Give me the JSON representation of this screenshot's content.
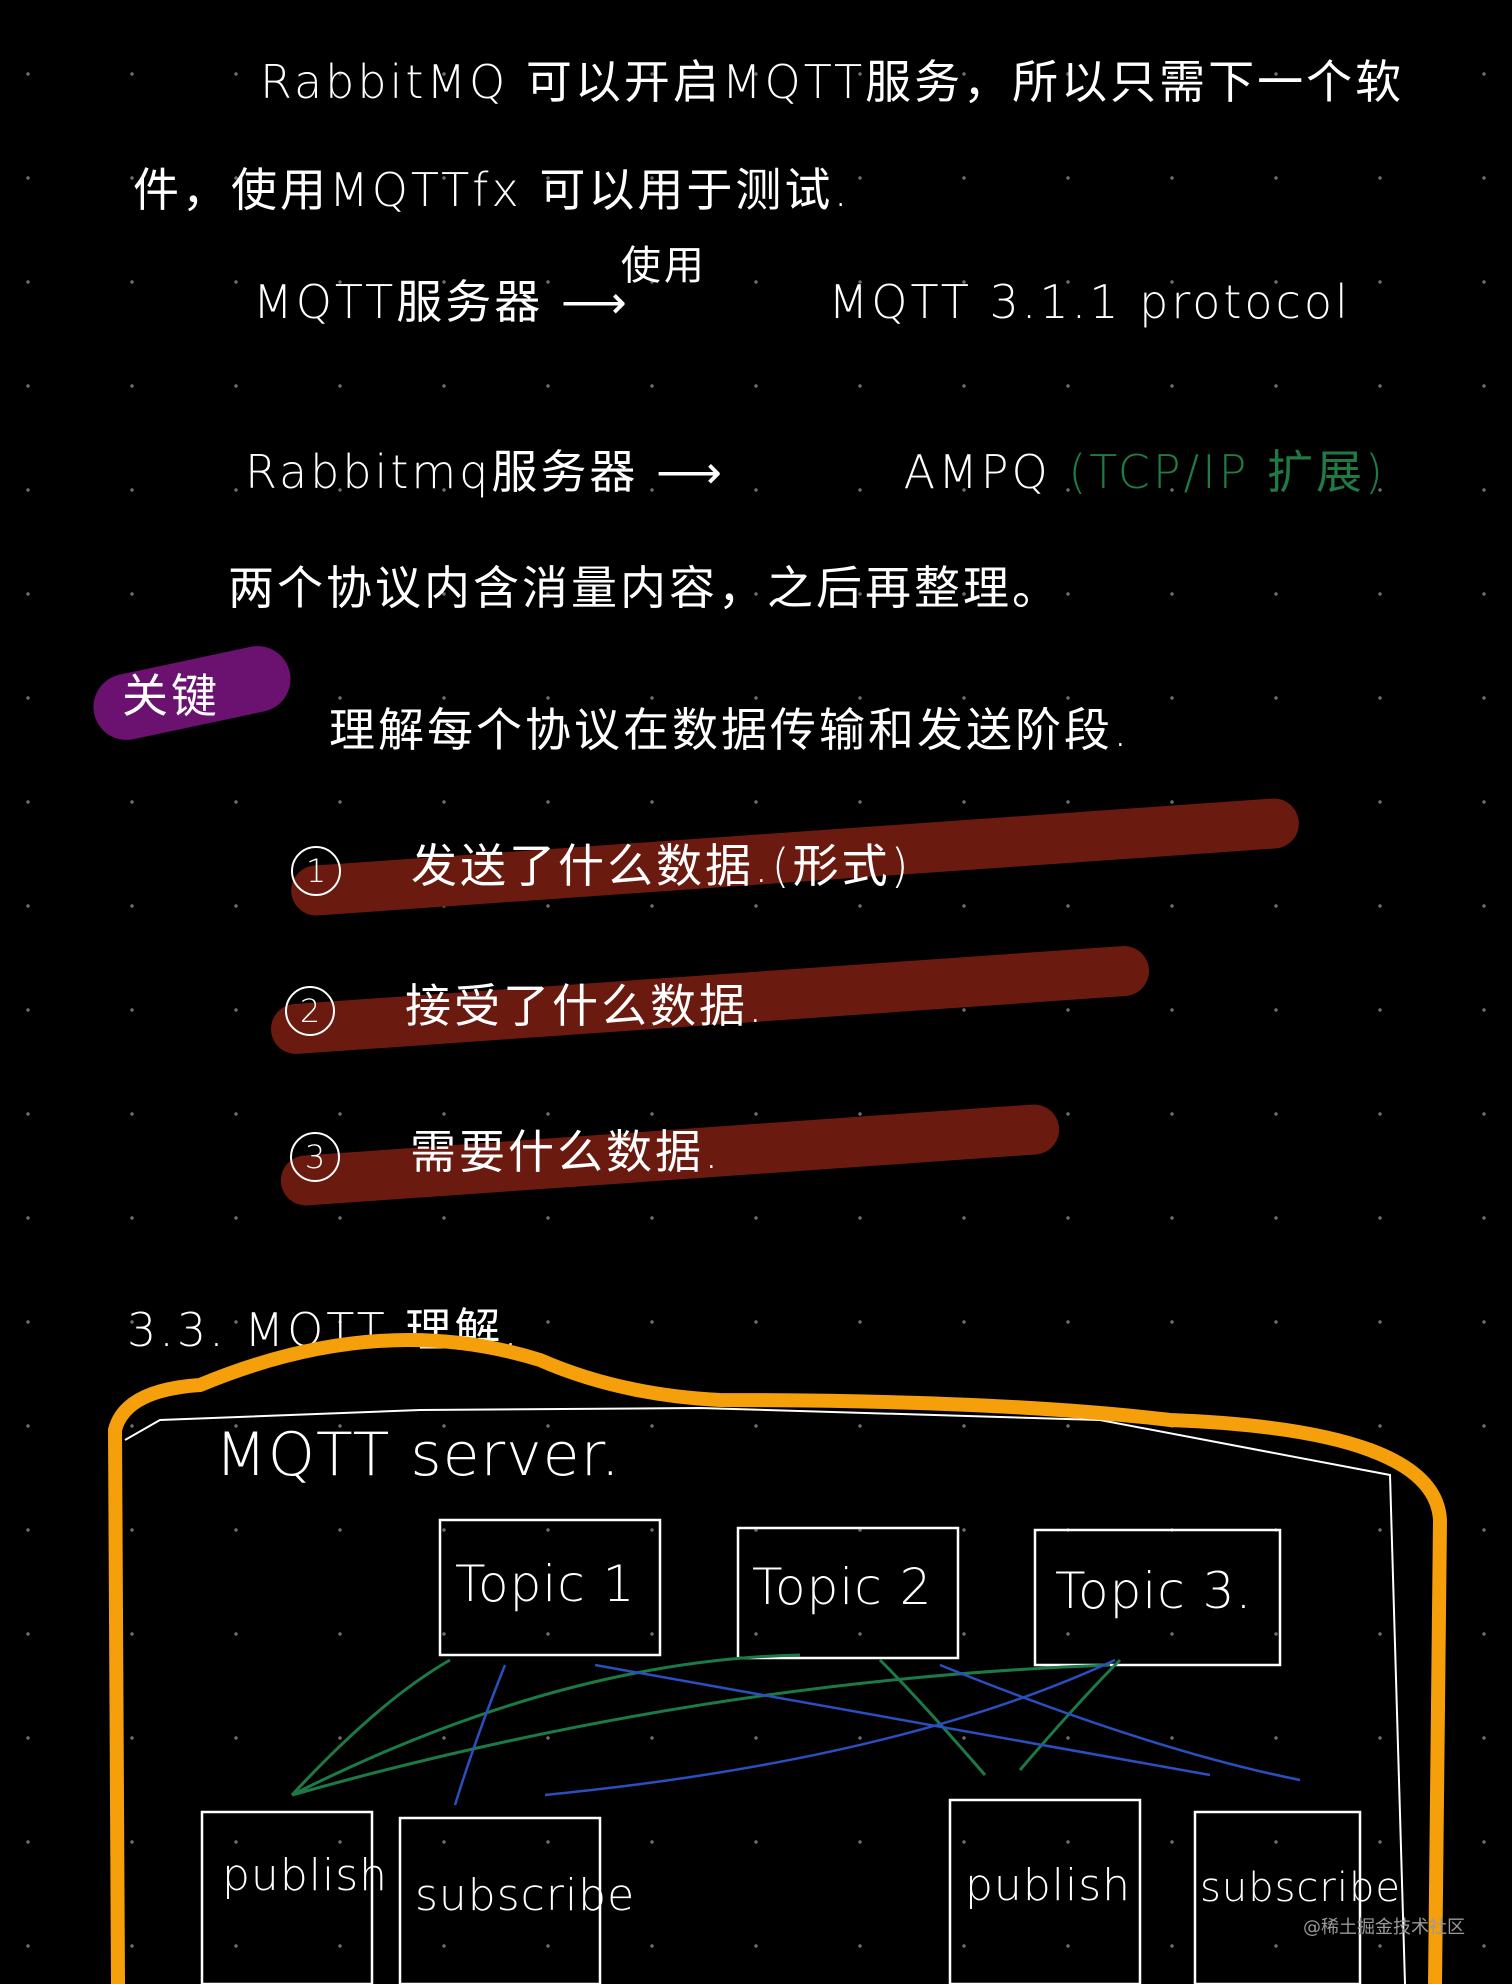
{
  "notes": {
    "line1": "RabbitMQ 可以开启MQTT服务，所以只需下一个软",
    "line2": "件，使用MQTTfx 可以用于测试.",
    "mqtt_server_row": {
      "left": "MQTT服务器",
      "arrow_label": "使用",
      "right": "MQTT 3.1.1 protocol"
    },
    "rabbit_row": {
      "left": "Rabbitmq服务器",
      "right": "AMPQ",
      "note": "(TCP/IP 扩展)"
    },
    "line5": "两个协议内含消量内容，之后再整理。",
    "key_label": "关键",
    "key_text": "理解每个协议在数据传输和发送阶段.",
    "points": [
      {
        "num": "1",
        "text": "发送了什么数据.(形式)"
      },
      {
        "num": "2",
        "text": "接受了什么数据."
      },
      {
        "num": "3",
        "text": "需要什么数据."
      }
    ],
    "section": "3.3. MQTT 理解."
  },
  "diagram": {
    "server_label": "MQTT server.",
    "topics": [
      "Topic 1",
      "Topic 2",
      "Topic 3."
    ],
    "clients": [
      "publish",
      "subscribe",
      "publish",
      "subscribe"
    ],
    "colors": {
      "frame": "#f5a00a",
      "publish_arrow": "#1b7a45",
      "subscribe_arrow": "#2a4fc0",
      "highlight_key": "#6b1170",
      "highlight_points": "#6b1a10",
      "note_green": "#1f7a45"
    }
  },
  "watermark": "@稀土掘金技术社区"
}
